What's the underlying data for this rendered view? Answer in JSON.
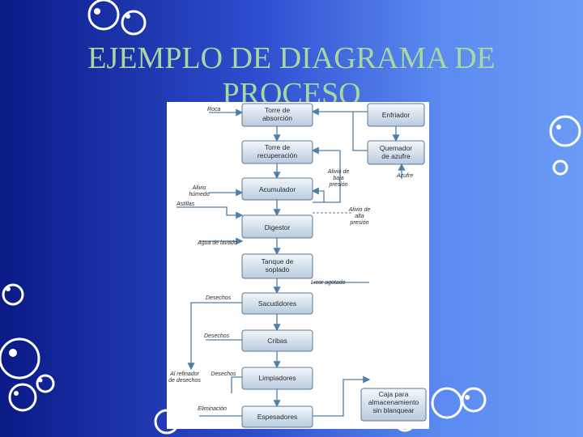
{
  "slide": {
    "title_line1": "EJEMPLO DE DIAGRAMA DE",
    "title_line2": "PROCESO"
  },
  "diagram": {
    "boxes": {
      "torre_absorcion": [
        "Torre de",
        "absorción"
      ],
      "enfriador": [
        "Enfriador"
      ],
      "torre_recuperacion": [
        "Torre de",
        "recuperación"
      ],
      "quemador_azufre": [
        "Quemador",
        "de azufre"
      ],
      "acumulador": [
        "Acumulador"
      ],
      "digestor": [
        "Digestor"
      ],
      "tanque_soplado": [
        "Tanque de",
        "soplado"
      ],
      "sacudidores": [
        "Sacudidores"
      ],
      "cribas": [
        "Cribas"
      ],
      "limpiadores": [
        "Limpiadores"
      ],
      "espesadores": [
        "Espesadores"
      ],
      "caja_almacenamiento": [
        "Caja para",
        "almacenamiento",
        "sin blanquear"
      ]
    },
    "labels": {
      "roca": "Roca",
      "alivio_baja": [
        "Alivio de",
        "baja",
        "presión"
      ],
      "azufre": "Azufre",
      "alivio_humedo": [
        "Alivio",
        "húmedo"
      ],
      "astillas": "Astillas",
      "alivio_alta": [
        "Alivio de",
        "alta",
        "presión"
      ],
      "agua_lavado": "Agua de lavado",
      "licor_agotado": "Licor agotado",
      "desechos_1": "Desechos",
      "desechos_2": "Desechos",
      "refinador": [
        "Al refinador",
        "de desechos"
      ],
      "desechos_3": "Desechos",
      "eliminacion": "Eliminación"
    }
  },
  "colors": {
    "title": "#a8d8a0",
    "bg_left": "#0a1a86",
    "bg_right": "#6a9cf6",
    "box_border": "#5a7895",
    "flow_line": "#4f7fa6"
  }
}
